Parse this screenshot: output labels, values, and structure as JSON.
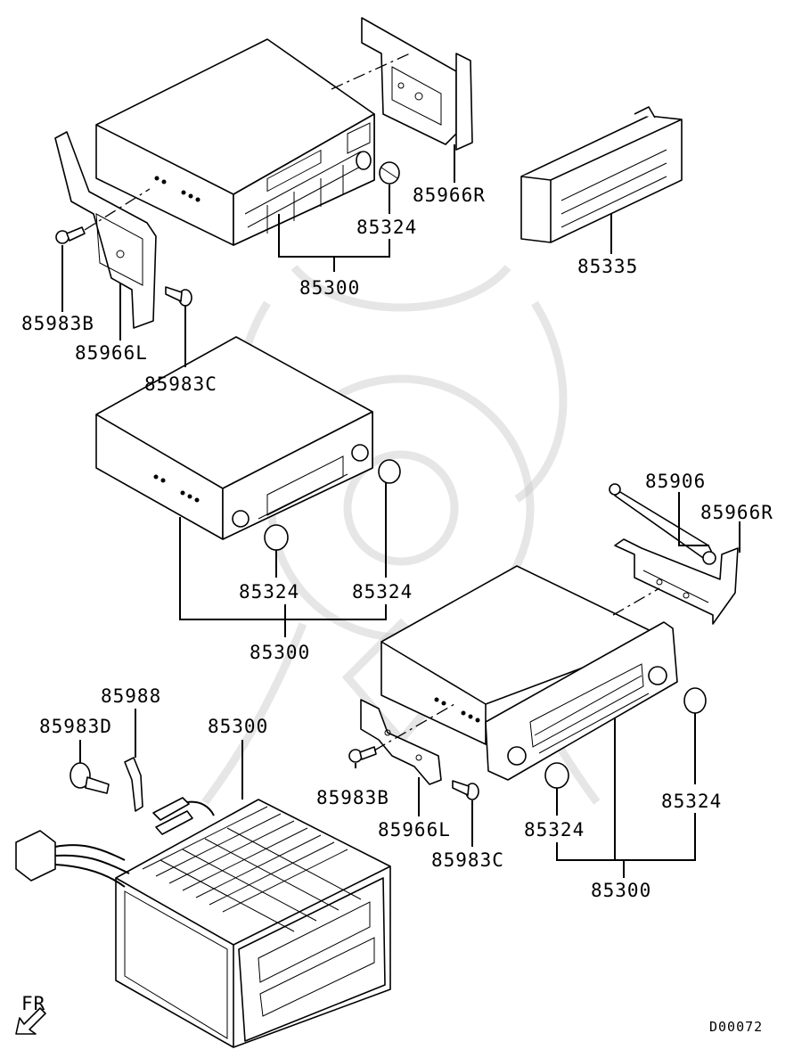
{
  "diagram_code": "D00072",
  "direction_marker": "FR",
  "labels": {
    "top_bracket_r": "85966R",
    "top_knob": "85324",
    "top_radio": "85300",
    "trim_panel": "85335",
    "top_screw_b": "85983B",
    "top_bracket_l": "85966L",
    "top_screw_c": "85983C",
    "mid_knob_left": "85324",
    "mid_knob_right": "85324",
    "mid_radio": "85300",
    "right_rod": "85906",
    "right_bracket_r": "85966R",
    "bottom_harness_clip": "85988",
    "bottom_screw_d": "85983D",
    "bottom_radio": "85300",
    "right_screw_b": "85983B",
    "right_bracket_l": "85966L",
    "right_screw_c": "85983C",
    "right_knob_left": "85324",
    "right_knob_right": "85324",
    "right_radio": "85300"
  },
  "icons": {
    "watermark": "logo-watermark",
    "direction": "front-arrow-icon"
  }
}
